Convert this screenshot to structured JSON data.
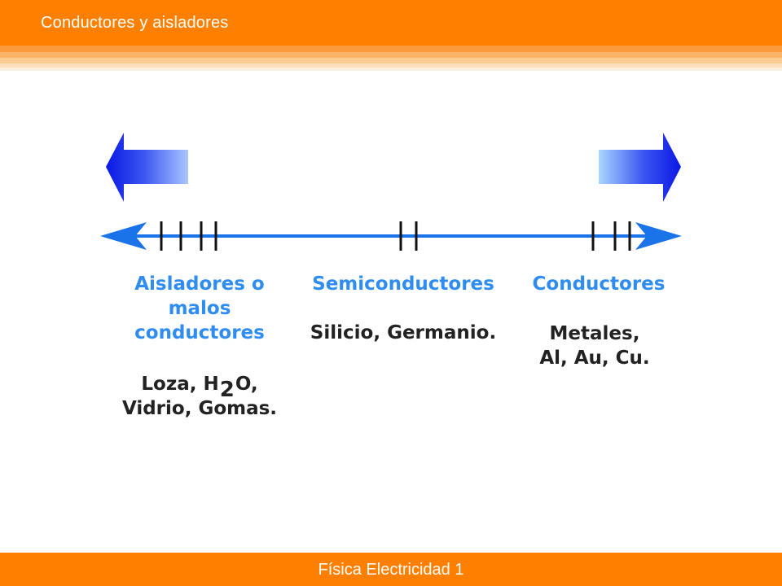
{
  "header": {
    "title": "Conductores y aisladores"
  },
  "footer": {
    "text": "Física Electricidad 1"
  },
  "colors": {
    "accent_orange": "#ff8000",
    "label_blue": "#2f8cf0",
    "line_blue": "#1a73e8"
  },
  "diagram": {
    "left_arrow_icon": "arrow-left-icon",
    "right_arrow_icon": "arrow-right-icon",
    "categories": {
      "insulators": {
        "title_line1": "Aisladores o",
        "title_line2": "malos",
        "title_line3": "conductores",
        "example_line1_part1": "Loza, H",
        "example_line1_sub": "2",
        "example_line1_part2": "O,",
        "example_line2": "Vidrio, Gomas."
      },
      "semiconductors": {
        "title": "Semiconductores",
        "example": "Silicio, Germanio."
      },
      "conductors": {
        "title": "Conductores",
        "example_line1": "Metales,",
        "example_line2": "Al, Au, Cu."
      }
    }
  }
}
